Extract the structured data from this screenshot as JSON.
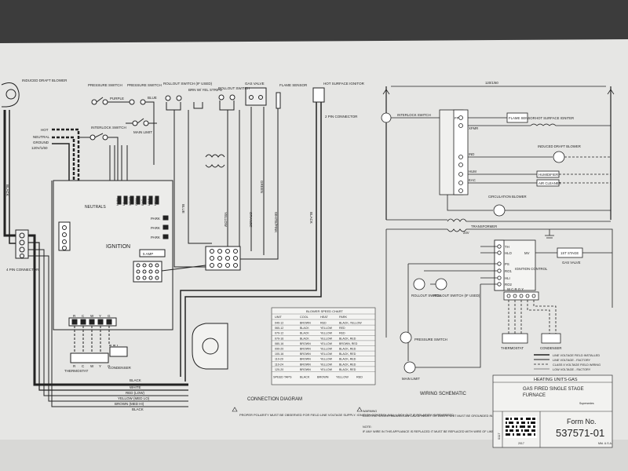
{
  "connection": {
    "labels": {
      "induced_blower": "INDUCED DRAFT BLOWER",
      "pressure_switch_1": "PRESSURE SWITCH",
      "pressure_switch_2": "PRESSURE SWITCH",
      "rollout_used": "ROLLOUT SWITCH (IF USED)",
      "brn_w_yel": "BRN W/ YEL STRIPE",
      "rollout_switch": "ROLLOUT SWITCH",
      "gas_valve": "GAS VALVE",
      "flame_sensor": "FLAME SENSOR",
      "hot_surface": "HOT SURFACE IGNITOR",
      "two_pin": "2 PIN CONNECTOR",
      "purple": "PURPLE",
      "blue": "BLUE",
      "interlock": "INTERLOCK SWITCH",
      "main_limit": "MAIN LIMIT",
      "hot": "HOT",
      "neutral": "NEUTRAL",
      "ground": "GROUND",
      "v120": "120V/1/60",
      "black_side": "BLACK",
      "neutrals": "NEUTRALS",
      "ignition": "IGNITION",
      "park": "PARK",
      "amp5": "5 AMP",
      "four_pin": "4 PIN CONNECTOR",
      "thermostat": "THERMOSTAT",
      "condenser": "CONDENSER",
      "wire_blue": "BLUE",
      "wire_yellow": "YELLOW",
      "wire_orange": "ORANGE",
      "wire_white": "WHITE/PINK",
      "wire_green": "GREEN",
      "wire_black": "BLACK",
      "out_black": "BLACK",
      "out_white": "WHITE",
      "out_red_low": "RED (LOW)",
      "out_yellow": "YELLOW (MED LO)",
      "out_brown": "BROWN (MED HI)",
      "out_black2": "BLACK",
      "diagram_title": "CONNECTION DIAGRAM",
      "polarity": "PROPER POLARITY MUST BE OBSERVED FOR FIELD LINE VOLTAGE SUPPLY. IGNITION CONTROL WILL LOCK OUT IF POLARITY IS REVERSED"
    },
    "board_terminals": [
      "HUM",
      "L1",
      "XFMR",
      "COM",
      "EAC",
      "LOW",
      "HIGH"
    ],
    "thermostat_terms": [
      "R",
      "C",
      "W",
      "Y",
      "G"
    ]
  },
  "blower_chart": {
    "title": "BLOWER SPEED CHART",
    "headers": [
      "UNIT",
      "COOL",
      "HEAT",
      "PARK"
    ],
    "rows": [
      [
        "040-12",
        "BROWN",
        "RED",
        "BLACK, YELLOW"
      ],
      [
        "060-12",
        "BLACK",
        "YELLOW",
        "RED"
      ],
      [
        "070-12",
        "BLACK",
        "YELLOW",
        "RED"
      ],
      [
        "070-16",
        "BLACK",
        "YELLOW",
        "BLACK, RED"
      ],
      [
        "080-16",
        "BROWN",
        "YELLOW",
        "BROWN, RED"
      ],
      [
        "090-20",
        "BROWN",
        "YELLOW",
        "BLACK, RED"
      ],
      [
        "100-16",
        "BROWN",
        "YELLOW",
        "BLACK, RED"
      ],
      [
        "110-20",
        "BROWN",
        "YELLOW",
        "BLACK, RED"
      ],
      [
        "110-24",
        "BROWN",
        "YELLOW",
        "BLACK, RED"
      ],
      [
        "120-20",
        "BROWN",
        "YELLOW",
        "BLACK, RED"
      ]
    ],
    "footer": [
      "SPEED TAPS",
      "BLACK",
      "BROWN",
      "YELLOW",
      "RED"
    ]
  },
  "schematic": {
    "labels": {
      "v120": "120/1/60",
      "interlock": "INTERLOCK SWITCH",
      "fp": "FP",
      "xfmr": "XFMR",
      "ind": "IND",
      "hum": "HUM",
      "eac": "EAC",
      "flame_sensor": "FLAME SENSOR",
      "hot_surface": "HOT SURFACE IGNITER",
      "induced_draft": "INDUCED DRAFT BLOWER",
      "humidifier": "HUMIDIFIER",
      "air_cleaner": "AIR CLEANER",
      "circulation": "CIRCULATION BLOWER",
      "transformer": "TRANSFORMER",
      "v24": "24V",
      "th": "TH",
      "hlo": "HLO",
      "mv": "MV",
      "ps": "PS",
      "ro1": "RO1",
      "hli": "HLI",
      "ro2": "RO2",
      "ist_stage": "1ST STAGE",
      "gas_valve": "GAS VALVE",
      "ignition_control": "IGNITION CONTROL",
      "rollout": "ROLLOUT SWITCH",
      "rollout_used": "ROLLOUT SWITCH (IF USED)",
      "pressure": "PRESSURE SWITCH",
      "main_limit": "MAIN LIMIT",
      "thermostat": "THERMOSTAT",
      "condenser": "CONDENSER",
      "wcrgy": "W C R G Y",
      "title": "WIRING SCHEMATIC"
    },
    "legend": [
      "LINE VOLTAGE FIELD INSTALLED",
      "LINE VOLTAGE - FACTORY",
      "CLASS II VOLTAGE FIELD WIRING",
      "LOW VOLTAGE - FACTORY"
    ]
  },
  "title_block": {
    "heading": "HEATING UNITS-GAS",
    "line1": "GAS FIRED SINGLE STAGE",
    "line2": "FURNACE",
    "form_label": "Form No.",
    "form_number": "537571-01",
    "supersedes": "Supersedes",
    "made": "Mfd. U.S.A.",
    "side": "0117",
    "year": "2017"
  },
  "warning": {
    "title": "WARNING",
    "text1": "ELECTRIC SHOCK HAZARD-CAN CAUSE INJURY OR DEATH. UNIT MUST BE GROUNDED IN ACCORDANCE WITH NATIONAL AND LOCAL CODES.",
    "note": "NOTE:",
    "text2": "IF ANY WIRE IN THIS APPLIANCE IS REPLACED IT MUST BE REPLACED WITH WIRE OF LIKE SIZE, RATING, INSULATION THICKNESS, AND TERMINATION"
  }
}
